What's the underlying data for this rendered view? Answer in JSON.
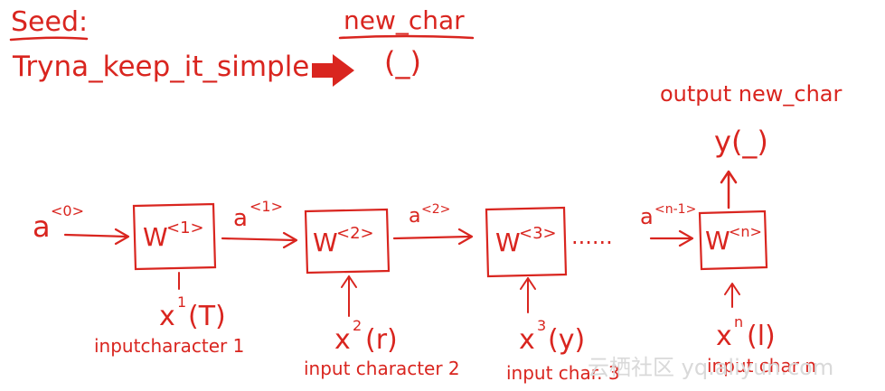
{
  "header": {
    "seed_label": "Seed:",
    "seed_text": "Tryna_keep_it_simple",
    "new_char_label": "new_char",
    "new_char_value": "(_)"
  },
  "output": {
    "label": "output new_char",
    "y": "y(_)"
  },
  "initial_activation": {
    "a": "a",
    "sup": "<0>"
  },
  "cells": [
    {
      "w": "W",
      "w_sup": "<1>",
      "x": "x",
      "x_sup": "1",
      "x_val": "(T)",
      "caption": "inputcharacter 1"
    },
    {
      "w": "W",
      "w_sup": "<2>",
      "x": "x",
      "x_sup": "2",
      "x_val": "(r)",
      "caption": "input character 2"
    },
    {
      "w": "W",
      "w_sup": "<3>",
      "x": "x",
      "x_sup": "3",
      "x_val": "(y)",
      "caption": "input char. 3"
    },
    {
      "w": "W",
      "w_sup": "<n>",
      "x": "x",
      "x_sup": "n",
      "x_val": "(l)",
      "caption": "input char n"
    }
  ],
  "activations": [
    {
      "a": "a",
      "sup": "<1>"
    },
    {
      "a": "a",
      "sup": "<2>"
    },
    {
      "a": "a",
      "sup": "<n-1>"
    }
  ],
  "ellipsis": "......",
  "watermark": "云栖社区 yq.aliyun.com",
  "colors": {
    "ink": "#d9251f",
    "watermark": "#d9d9d9"
  }
}
